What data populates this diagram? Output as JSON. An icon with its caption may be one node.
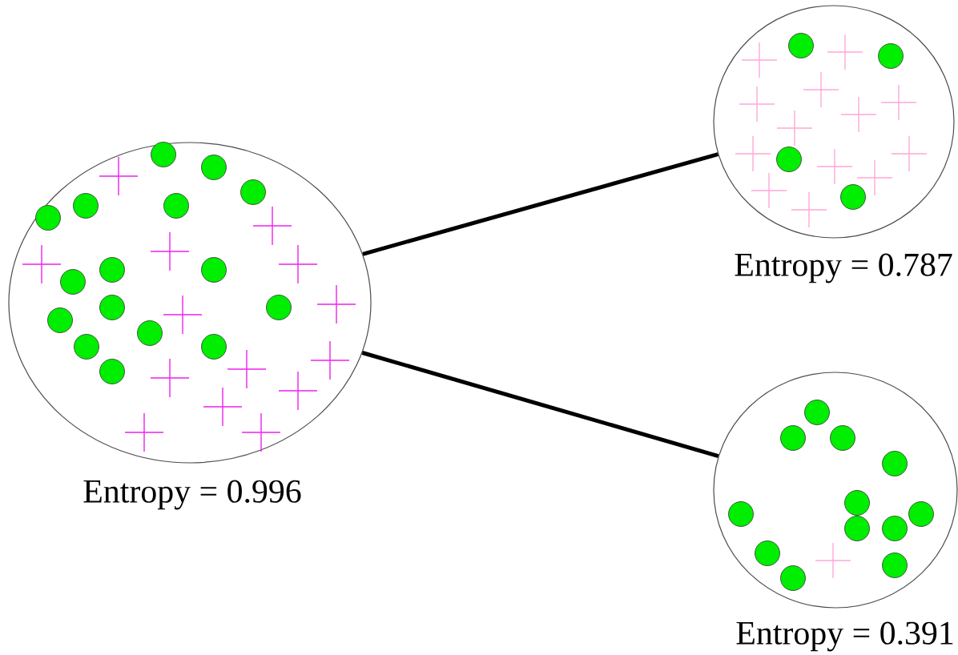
{
  "diagram": {
    "nodes": [
      {
        "text": [],
        "shape": "circle",
        "beside": [
          "Entropy = 0.996"
        ]
      },
      {
        "text": [],
        "shape": "circle",
        "beside": [
          "Entropy = 0.787"
        ]
      },
      {
        "text": [],
        "shape": "circle",
        "beside": [
          "Entropy = 0.391"
        ]
      }
    ],
    "edges": [
      {
        "from": 0,
        "to": 1,
        "arrow": "none"
      },
      {
        "from": 0,
        "to": 2,
        "arrow": "none"
      }
    ]
  }
}
